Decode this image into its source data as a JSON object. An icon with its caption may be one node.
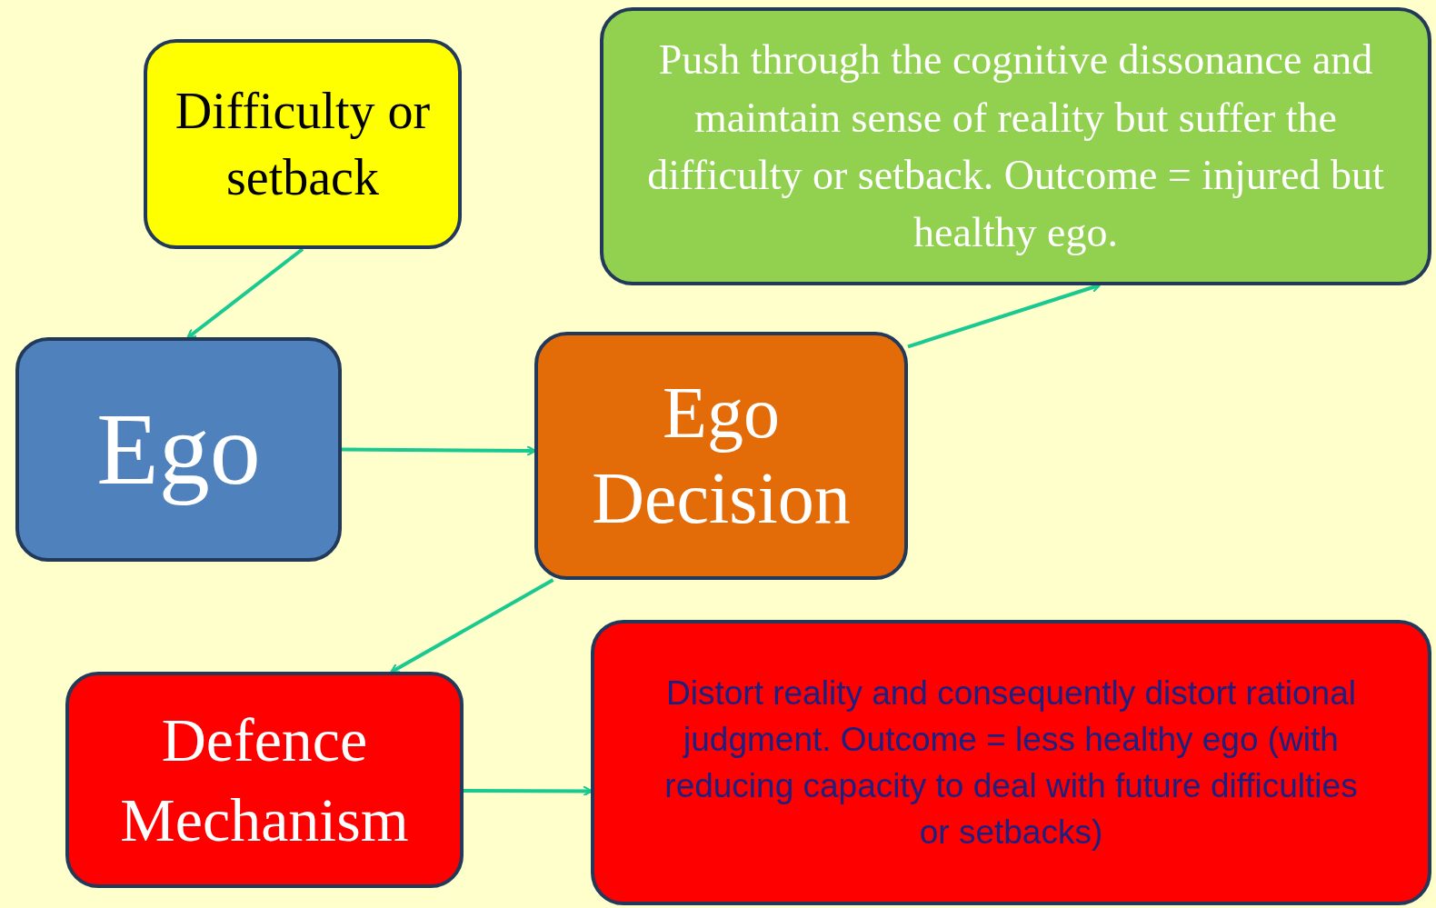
{
  "diagram": {
    "nodes": [
      {
        "text": [
          "Difficulty or setback"
        ]
      },
      {
        "text": [
          "Ego"
        ]
      },
      {
        "text": [
          "Ego Decision"
        ]
      },
      {
        "text": [
          "Push through the cognitive dissonance and maintain sense of reality but suffer the difficulty or setback. Outcome = injured but healthy ego."
        ]
      },
      {
        "text": [
          "Defence Mechanism"
        ]
      },
      {
        "text": [
          "Distort reality and consequently distort rational judgment. Outcome = less healthy ego (with reducing capacity to deal with future difficulties or setbacks)"
        ]
      }
    ],
    "edges": [
      {
        "from": 0,
        "to": 1,
        "arrow": "to"
      },
      {
        "from": 1,
        "to": 2,
        "arrow": "to"
      },
      {
        "from": 2,
        "to": 3,
        "arrow": "to"
      },
      {
        "from": 2,
        "to": 4,
        "arrow": "to"
      },
      {
        "from": 4,
        "to": 5,
        "arrow": "to"
      }
    ]
  }
}
